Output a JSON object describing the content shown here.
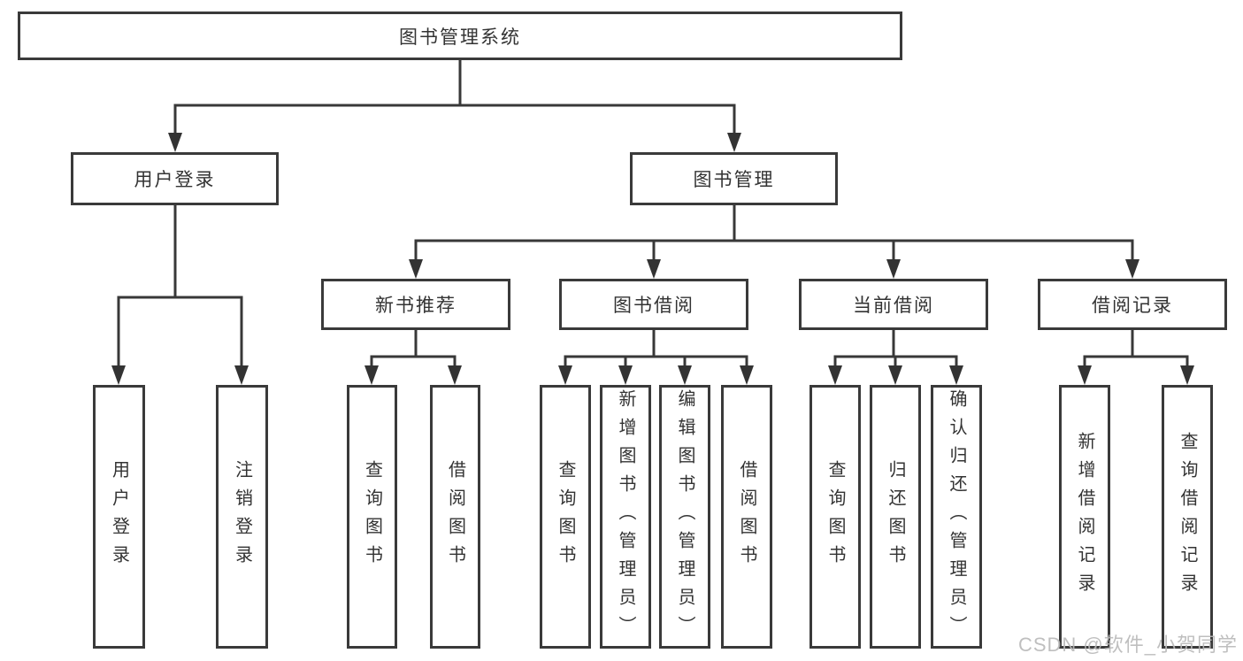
{
  "diagram": {
    "root": {
      "label": "图书管理系统"
    },
    "branches": [
      {
        "label": "用户登录",
        "children": [
          {
            "label": "用户登录"
          },
          {
            "label": "注销登录"
          }
        ]
      },
      {
        "label": "图书管理",
        "children": [
          {
            "label": "新书推荐",
            "children": [
              {
                "label": "查询图书"
              },
              {
                "label": "借阅图书"
              }
            ]
          },
          {
            "label": "图书借阅",
            "children": [
              {
                "label": "查询图书"
              },
              {
                "label": "新增图书（管理员）"
              },
              {
                "label": "编辑图书（管理员）"
              },
              {
                "label": "借阅图书"
              }
            ]
          },
          {
            "label": "当前借阅",
            "children": [
              {
                "label": "查询图书"
              },
              {
                "label": "归还图书"
              },
              {
                "label": "确认归还（管理员）"
              }
            ]
          },
          {
            "label": "借阅记录",
            "children": [
              {
                "label": "新增借阅记录"
              },
              {
                "label": "查询借阅记录"
              }
            ]
          }
        ]
      }
    ]
  },
  "watermark": "CSDN @软件_小贺同学",
  "colors": {
    "line": "#383838",
    "border": "#3a3a3a",
    "text": "#333333",
    "background": "#ffffff",
    "watermark": "#b9b9b9"
  }
}
